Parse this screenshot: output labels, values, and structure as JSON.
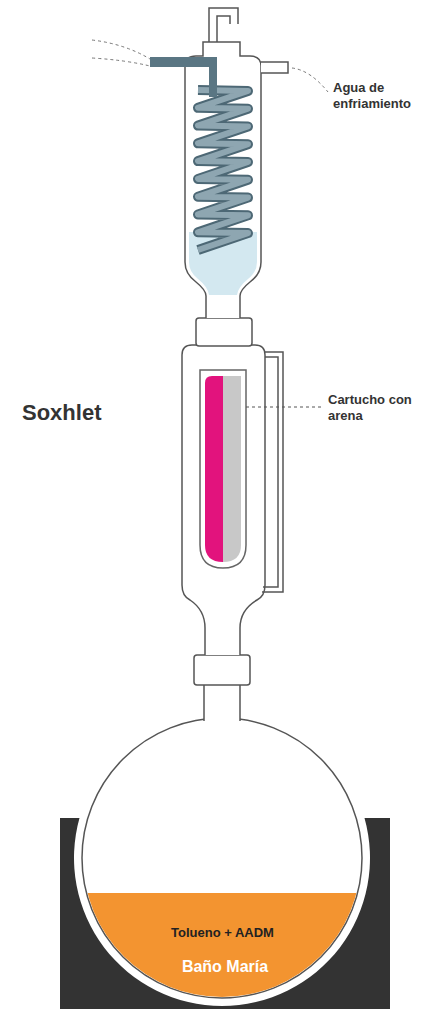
{
  "diagram": {
    "nodes": [
      {
        "text": [
          "Baño María"
        ]
      },
      {
        "text": [
          "Tolueno + AADM"
        ]
      }
    ],
    "edges": [],
    "labels": [
      "Agua de enfriamiento",
      "Soxhlet",
      "Cartucho con arena"
    ]
  }
}
